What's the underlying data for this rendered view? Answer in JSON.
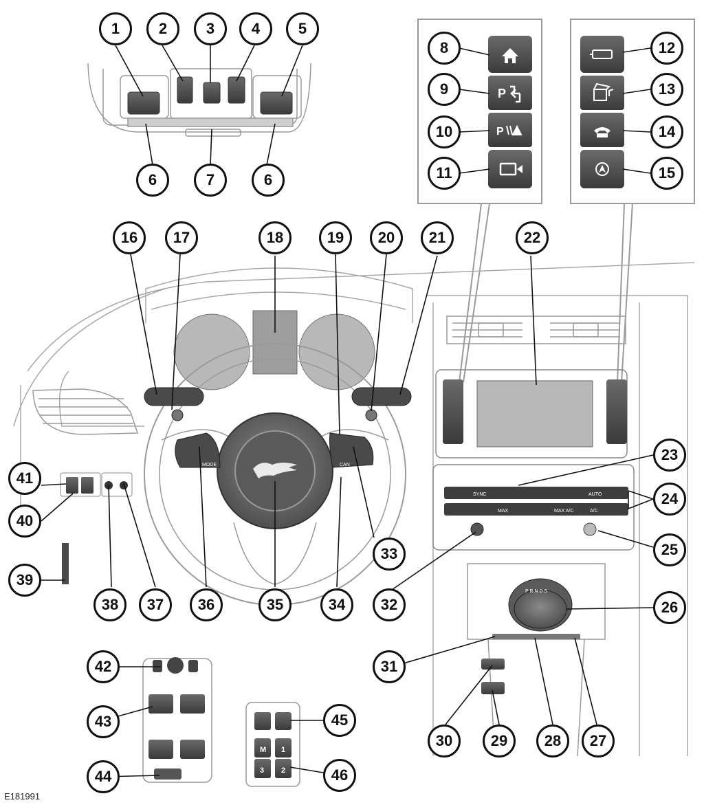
{
  "figure": {
    "code": "E181991",
    "callouts": [
      "1",
      "2",
      "3",
      "4",
      "5",
      "6",
      "7",
      "8",
      "9",
      "10",
      "11",
      "12",
      "13",
      "14",
      "15",
      "16",
      "17",
      "18",
      "19",
      "20",
      "21",
      "22",
      "23",
      "24",
      "25",
      "26",
      "27",
      "28",
      "29",
      "30",
      "31",
      "32",
      "33",
      "34",
      "35",
      "36",
      "37",
      "38",
      "39",
      "40",
      "41",
      "42",
      "43",
      "44",
      "45",
      "46"
    ],
    "icons": {
      "8": "home-icon",
      "9": "park-assist-icon",
      "10": "parking-aid-icon",
      "11": "camera-icon",
      "12": "back-icon",
      "13": "media-icon",
      "14": "phone-icon",
      "15": "navigation-icon"
    },
    "climate_labels": {
      "sync": "SYNC",
      "auto": "AUTO",
      "max": "MAX",
      "max_ac": "MAX  A/C",
      "ac": "A/C"
    },
    "shifter_letters": "P R N D S",
    "steering_labels": {
      "mode": "MODE",
      "can": "CAN"
    },
    "memory_buttons": [
      "M",
      "1",
      "3",
      "2"
    ],
    "park_labels": {
      "p": "P",
      "pz": "P"
    }
  }
}
